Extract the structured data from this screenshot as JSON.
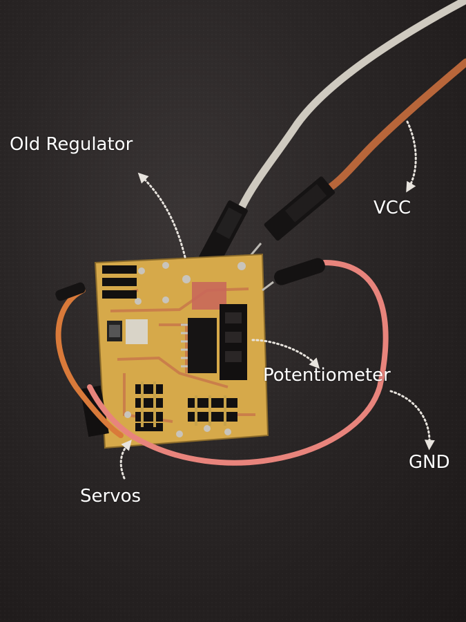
{
  "labels": {
    "old_regulator": "Old Regulator",
    "vcc": "VCC",
    "potentiometer": "Potentiometer",
    "gnd": "GND",
    "servos": "Servos"
  },
  "colors": {
    "background": "#2a2626",
    "board": "#d6a94a",
    "copper": "#c9784a",
    "wire_gray": "#cfcac0",
    "wire_brown": "#b8663a",
    "wire_pink": "#e8847c",
    "wire_orange": "#d97a3a",
    "label_text": "#ffffff"
  }
}
